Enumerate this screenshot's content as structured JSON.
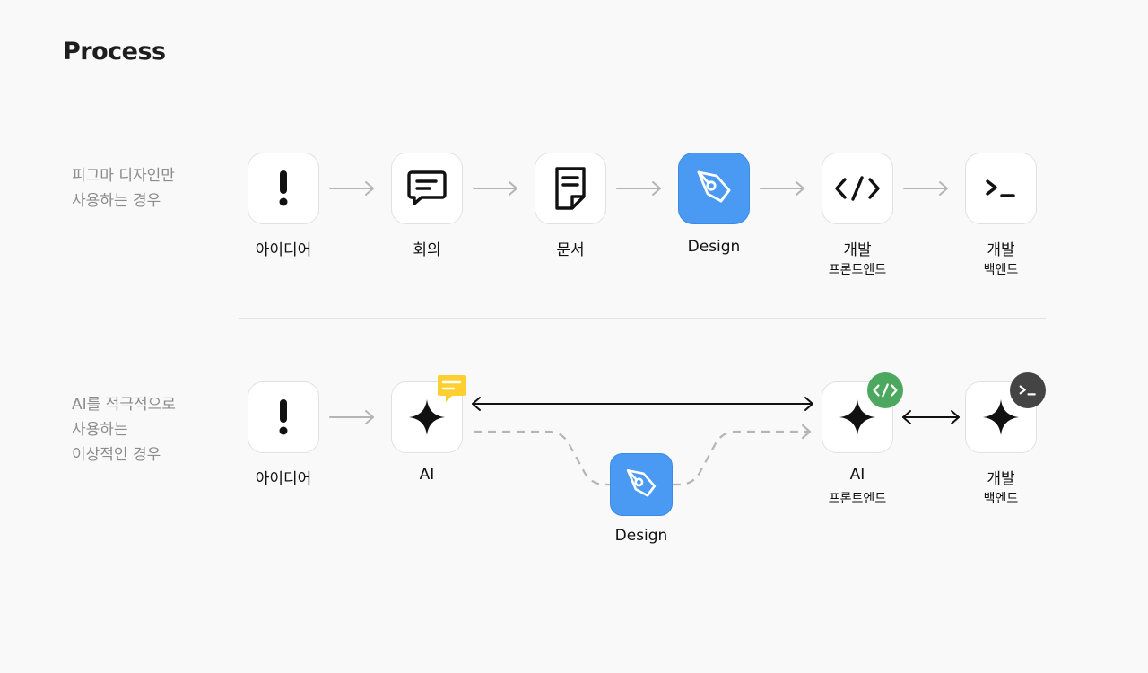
{
  "page": {
    "title": "Process"
  },
  "row1": {
    "caption": [
      "피그마 디자인만",
      "사용하는 경우"
    ],
    "steps": [
      {
        "label": "아이디어",
        "icon": "exclamation-icon"
      },
      {
        "label": "회의",
        "icon": "chat-icon"
      },
      {
        "label": "문서",
        "icon": "document-icon"
      },
      {
        "label": "Design",
        "icon": "pen-tool-icon"
      },
      {
        "label": "개발",
        "sublabel": "프론트엔드",
        "icon": "code-icon"
      },
      {
        "label": "개발",
        "sublabel": "백엔드",
        "icon": "terminal-icon"
      }
    ]
  },
  "row2": {
    "caption": [
      "AI를 적극적으로",
      "사용하는",
      "이상적인 경우"
    ],
    "steps": [
      {
        "label": "아이디어",
        "icon": "exclamation-icon"
      },
      {
        "label": "AI",
        "icon": "sparkle-icon",
        "badge": "chat-bubble-icon"
      },
      {
        "label": "AI",
        "sublabel": "프론트엔드",
        "icon": "sparkle-icon",
        "badge": "code-icon"
      },
      {
        "label": "개발",
        "sublabel": "백엔드",
        "icon": "sparkle-icon",
        "badge": "terminal-icon"
      }
    ],
    "design": {
      "label": "Design",
      "icon": "pen-tool-icon"
    }
  },
  "colors": {
    "background": "#f9f9f9",
    "design_blue": "#4a9af3",
    "badge_green": "#4ca85f",
    "badge_dark": "#444444",
    "bubble_yellow": "#fdcf30",
    "arrow_gray": "#b5b5b5"
  }
}
